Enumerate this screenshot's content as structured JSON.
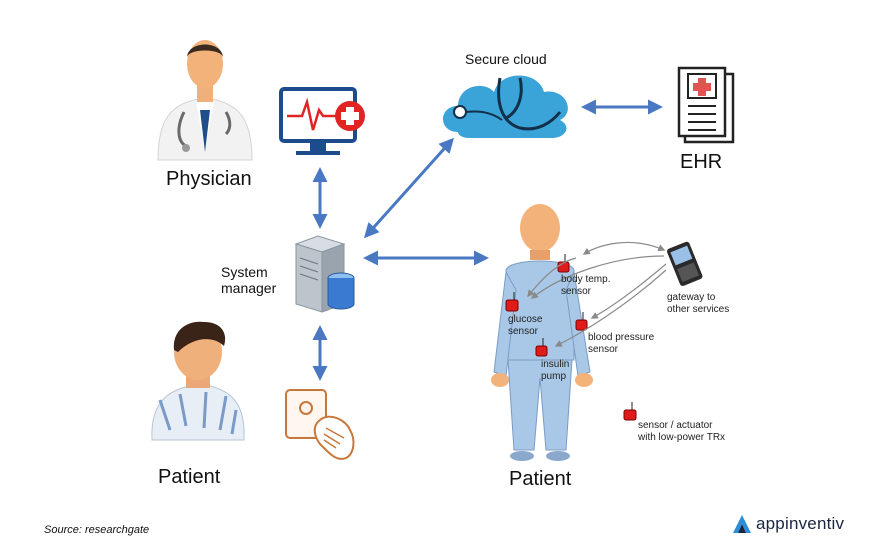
{
  "nodes": {
    "physician": {
      "label": "Physician",
      "icon": "doctor-icon"
    },
    "monitor": {
      "icon": "heart-monitor-icon"
    },
    "cloud": {
      "label": "Secure cloud",
      "icon": "cloud-stethoscope-icon"
    },
    "ehr": {
      "label": "EHR",
      "icon": "medical-record-icon"
    },
    "system_manager": {
      "label_line1": "System",
      "label_line2": "manager",
      "icon": "server-database-icon"
    },
    "patient_left": {
      "label": "Patient",
      "icon": "patient-icon"
    },
    "rfid_card": {
      "icon": "hand-card-icon"
    },
    "patient_right": {
      "label": "Patient",
      "icon": "body-sensor-network-icon"
    },
    "gateway": {
      "label_line1": "gateway to",
      "label_line2": "other services",
      "icon": "smartphone-icon"
    }
  },
  "sensors": {
    "body_temp": {
      "line1": "body temp.",
      "line2": "sensor"
    },
    "glucose": {
      "line1": "glucose",
      "line2": "sensor"
    },
    "blood_pressure": {
      "line1": "blood pressure",
      "line2": "sensor"
    },
    "insulin": {
      "line1": "insulin",
      "line2": "pump"
    }
  },
  "legend": {
    "line1": "sensor / actuator",
    "line2": "with low-power TRx"
  },
  "footer": {
    "source": "Source: researchgate",
    "brand": "appinventiv"
  },
  "colors": {
    "arrow": "#4a78c2",
    "sensor": "#e01b1b",
    "body": "#a9c8e8",
    "skin": "#f3b27a",
    "cloud": "#3aa3d8",
    "monitor": "#1c4c8c",
    "cross": "#e02424",
    "brand": "#2a8fd8"
  }
}
